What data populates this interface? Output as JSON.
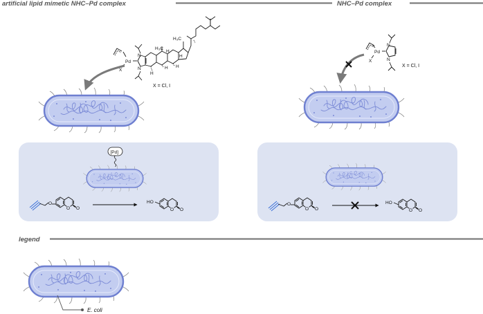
{
  "headers": {
    "left": "artificial lipid mimetic NHC–Pd complex",
    "right": "NHC–Pd complex",
    "legend": "legend"
  },
  "reagent_labels": {
    "left_x_eq": "X = Cl, I",
    "right_x_eq": "X = Cl, I",
    "pd_tag": "[Pd]",
    "pd": "Pd",
    "x": "X",
    "n": "N",
    "h": "H",
    "h3c": "H₃C",
    "product_ho": "HO",
    "carbonyl_o": "O",
    "ring_o": "O"
  },
  "legend_label": "E. coli",
  "colors": {
    "panel": "#dde3f2",
    "cell_fill": "#c3cdf0",
    "cell_stroke": "#6e7fd0",
    "dna": "#7b8ad6",
    "alkyne": "#3a6fd8",
    "header_line": "#7d7d7d"
  }
}
